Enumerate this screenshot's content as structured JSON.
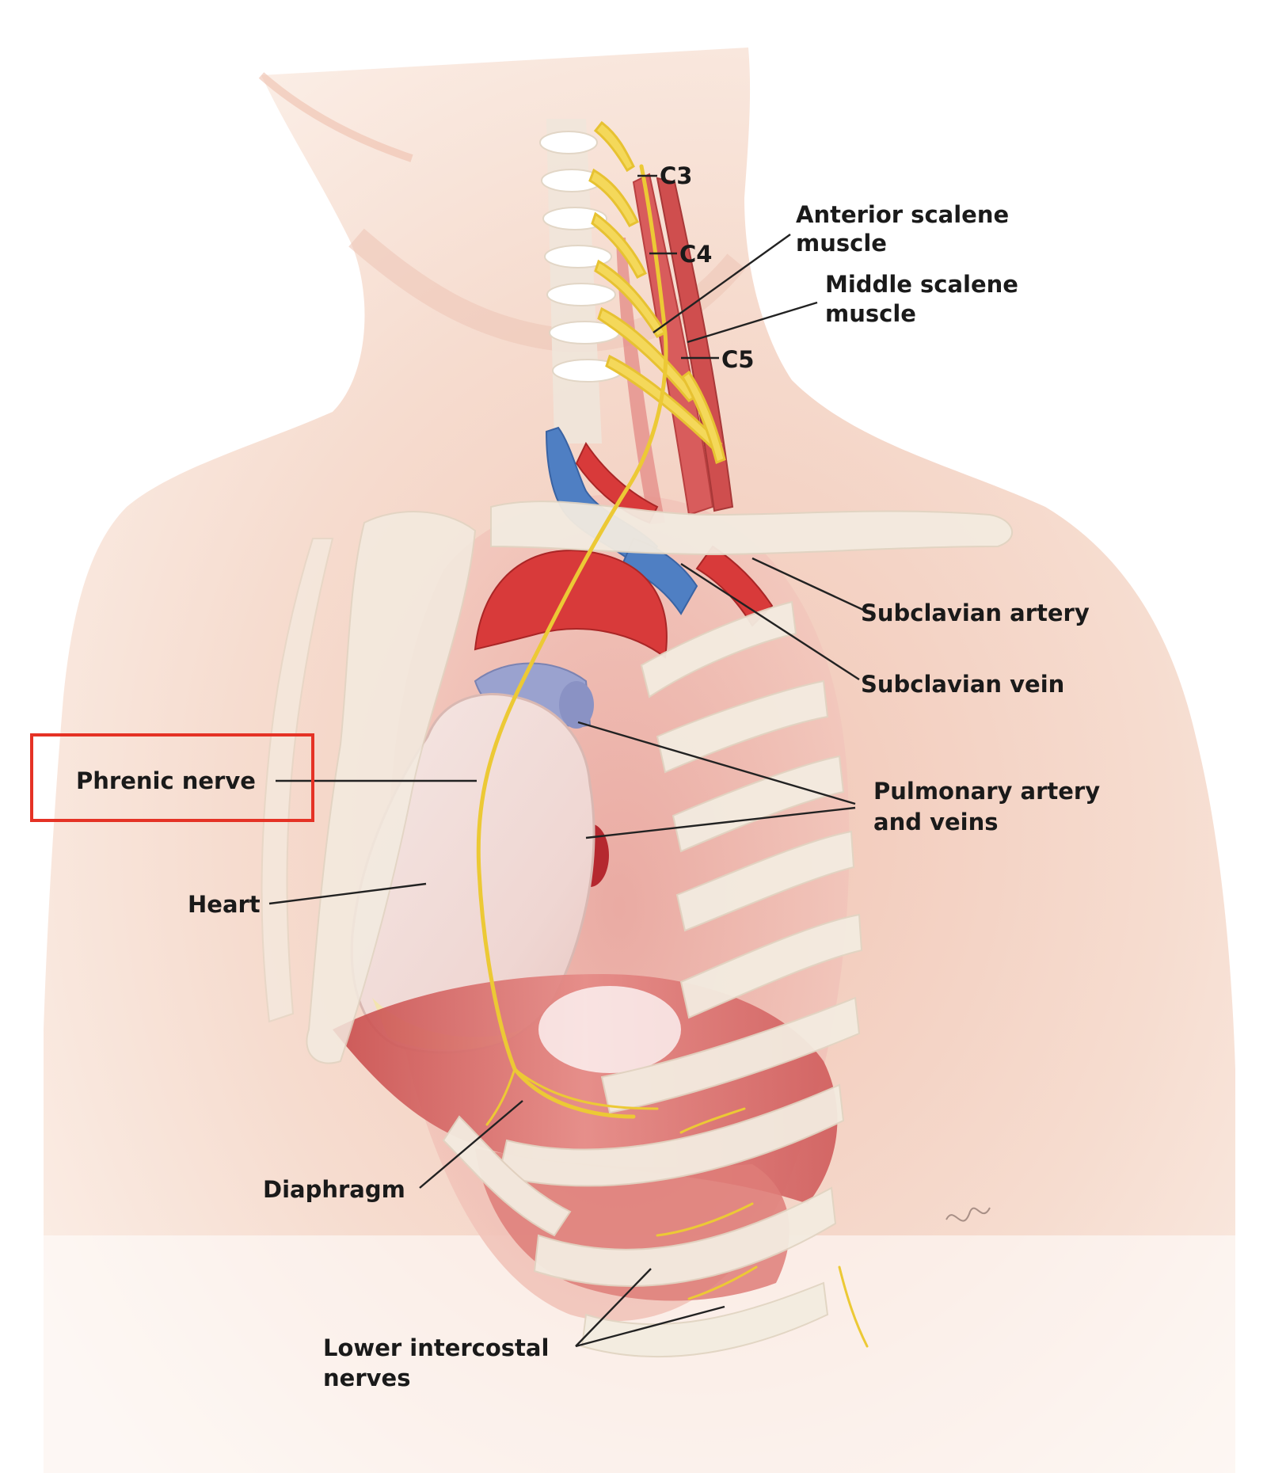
{
  "labels": {
    "c3": "C3",
    "c4": "C4",
    "c5": "C5",
    "anterior_scalene": [
      "Anterior scalene",
      "muscle"
    ],
    "middle_scalene": [
      "Middle scalene",
      "muscle"
    ],
    "subclavian_artery": "Subclavian artery",
    "subclavian_vein": "Subclavian vein",
    "pulmonary": [
      "Pulmonary artery",
      "and veins"
    ],
    "phrenic_nerve": "Phrenic nerve",
    "heart": "Heart",
    "diaphragm": "Diaphragm",
    "lower_intercostal": [
      "Lower intercostal",
      "nerves"
    ]
  },
  "colors": {
    "skin": "#f6dccf",
    "skin_shade": "#eec4b4",
    "bone": "#f3ebe0",
    "artery": "#d83a3a",
    "vein": "#4f7fc3",
    "pulmonary_trunk": "#9aa2cf",
    "nerve": "#f2d24a",
    "muscle": "#d86a6a",
    "heart": "#f1dcda",
    "highlight_box": "#e53225"
  },
  "highlight": "phrenic-nerve"
}
